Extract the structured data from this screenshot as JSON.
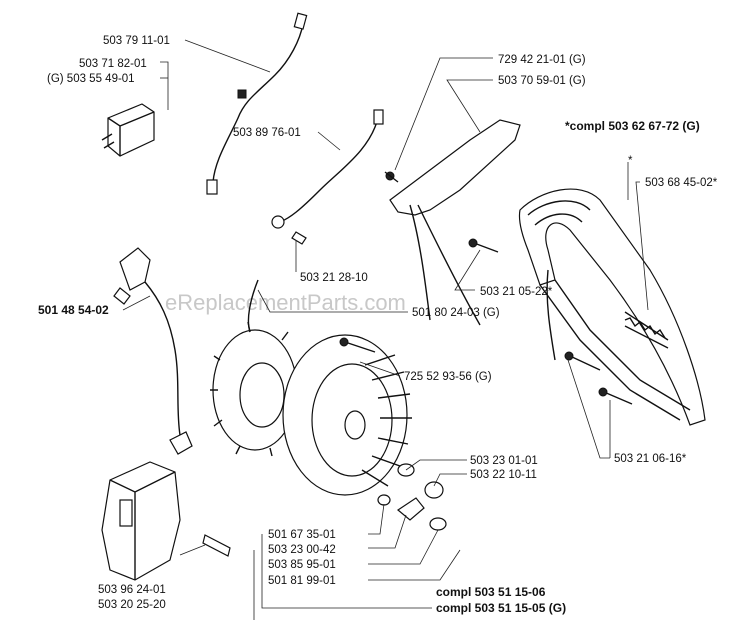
{
  "watermark": "eReplacementParts.com",
  "labels": {
    "p_503791101": "503 79 11-01",
    "p_503718201": "503 71 82-01",
    "p_g503554901": "(G) 503 55 49-01",
    "p_503897601": "503 89 76-01",
    "p_729422101g": "729 42 21-01 (G)",
    "p_503705901g": "503 70 59-01 (G)",
    "p_compl50362": "*compl 503 62 67-72 (G)",
    "p_star": "*",
    "p_503684502": "503 68 45-02*",
    "p_503212810": "503 21 28-10",
    "p_503210522": "503 21 05-22*",
    "p_501485402": "501 48 54-02",
    "p_501802403g": "501 80 24-03 (G)",
    "p_725529356g": "725 52 93-56 (G)",
    "p_503230101": "503 23 01-01",
    "p_503221011": "503 22 10-11",
    "p_503210616": "503 21 06-16*",
    "p_501673501": "501 67 35-01",
    "p_503230042": "503 23 00-42",
    "p_503859501": "503 85 95-01",
    "p_501819901": "501 81 99-01",
    "p_503962401": "503 96 24-01",
    "p_503202520": "503 20 25-20",
    "p_compl5035106": "compl 503 51 15-06",
    "p_compl5035105": "compl 503 51 15-05 (G)"
  }
}
